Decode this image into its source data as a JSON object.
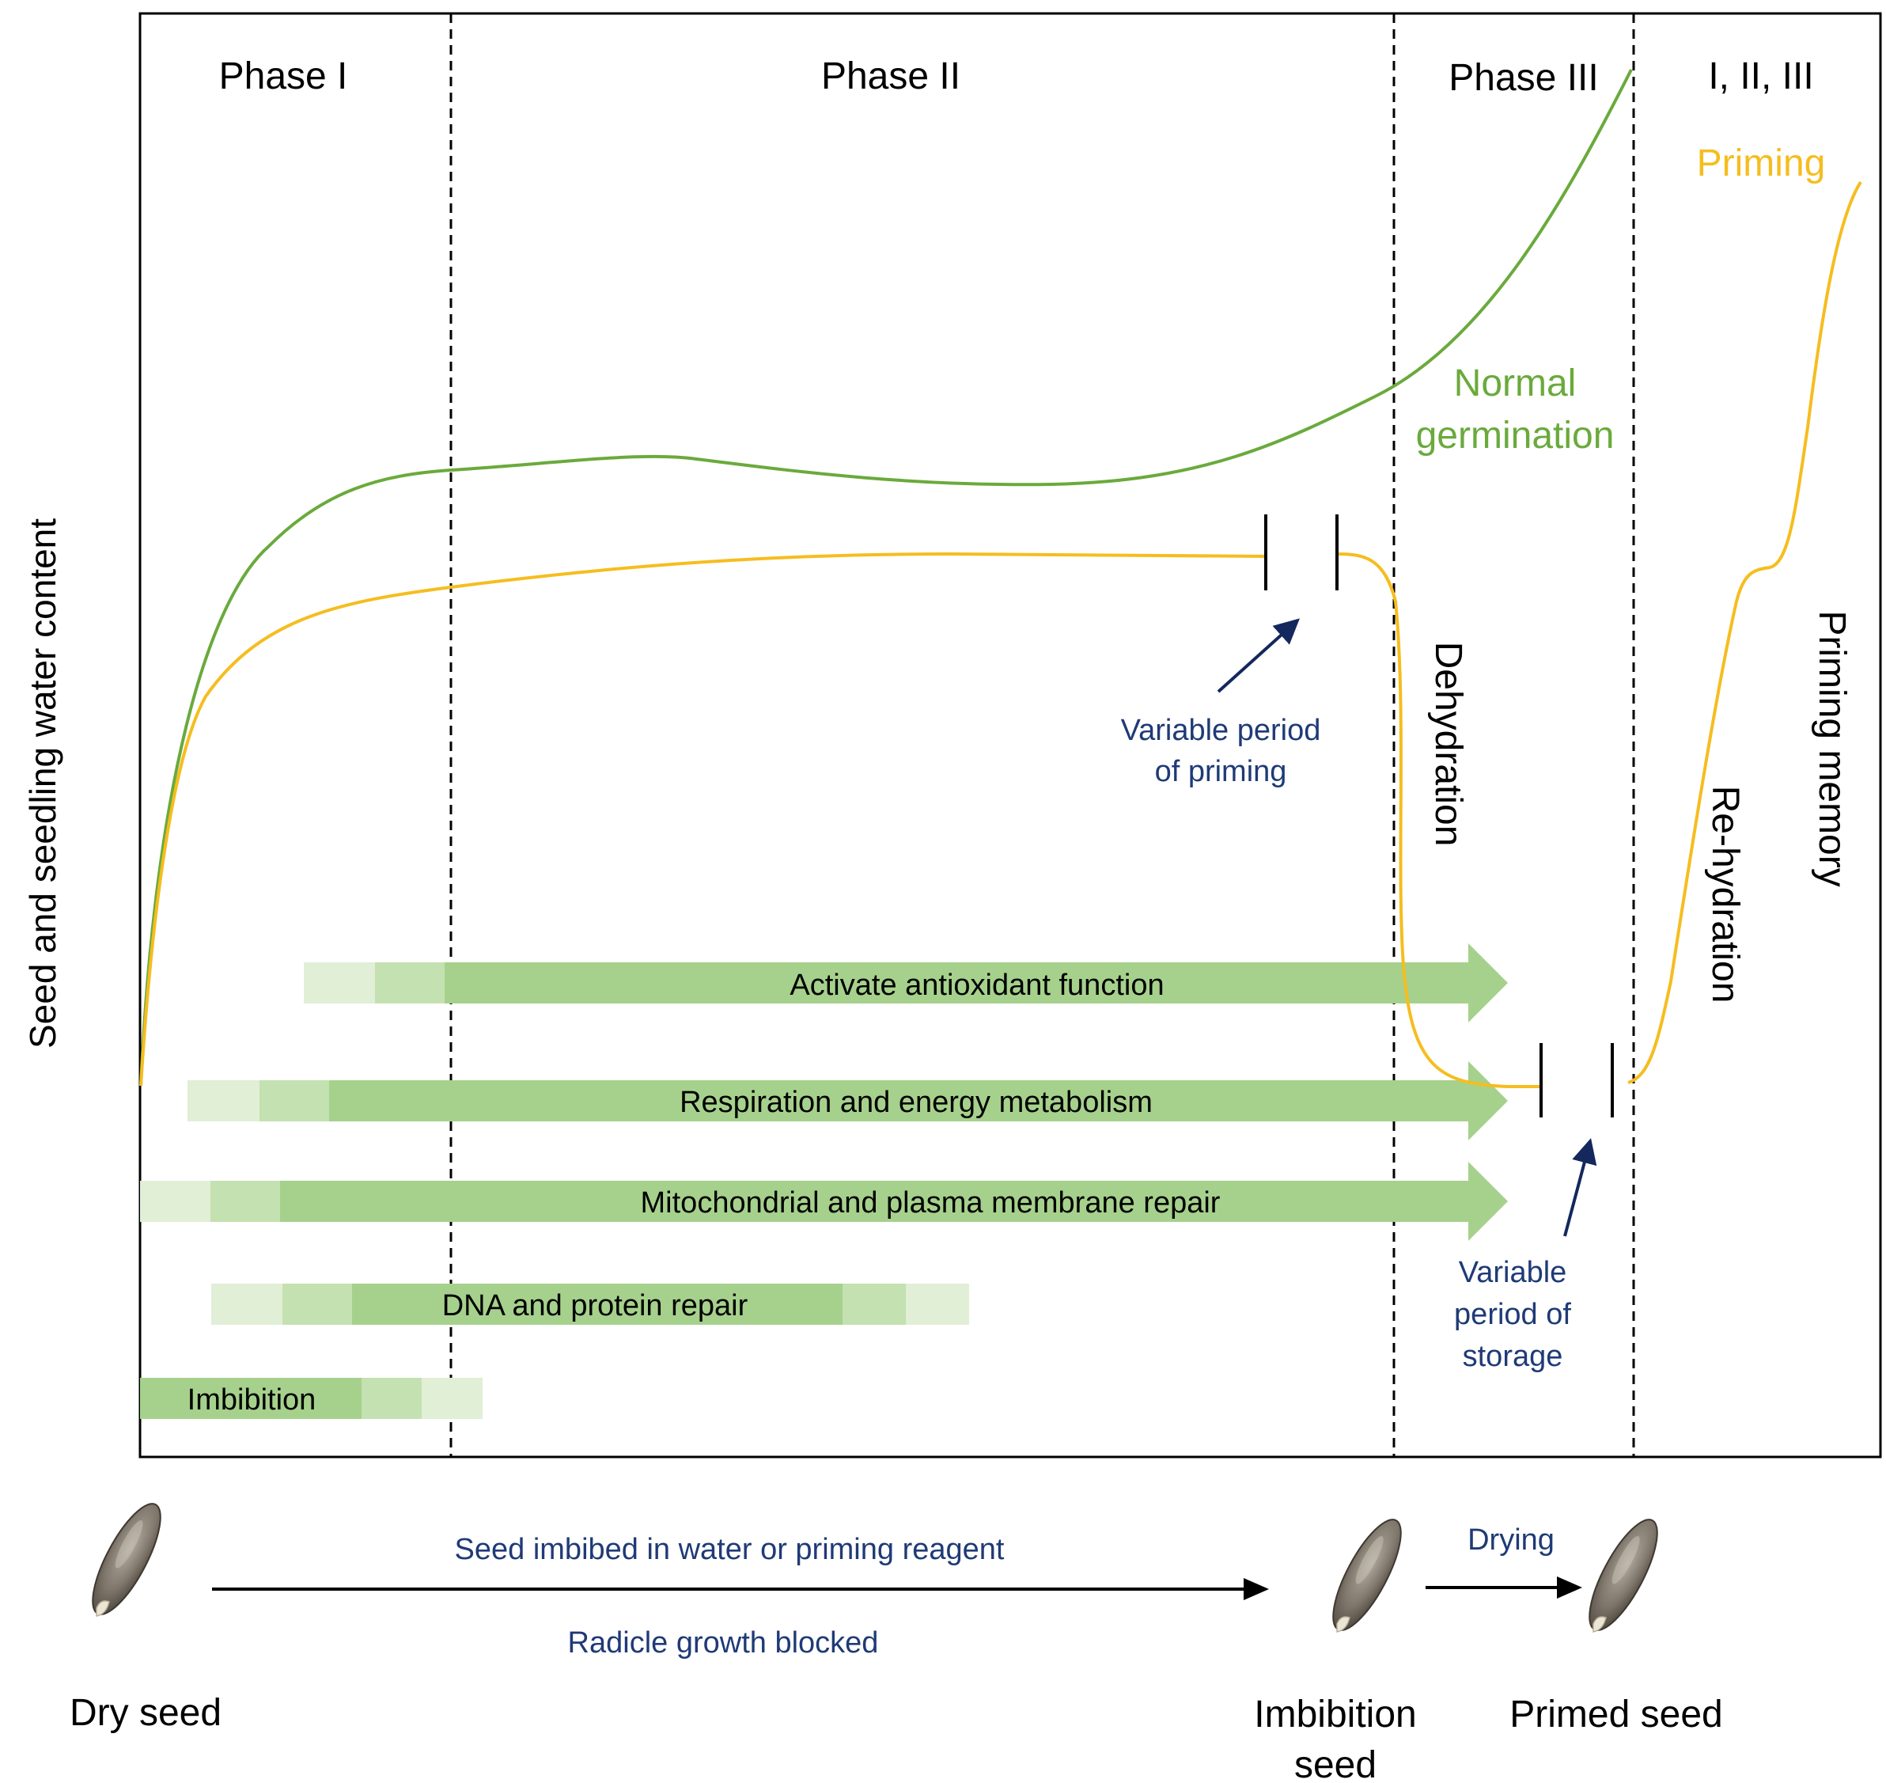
{
  "phases": {
    "phase1": "Phase I",
    "phase2": "Phase II",
    "phase3": "Phase III",
    "all": "I, II, III"
  },
  "y_axis_label": "Seed and seedling water content",
  "curves": {
    "priming": "Priming",
    "normal_line1": "Normal",
    "normal_line2": "germination",
    "dehydration": "Dehydration",
    "rehydration": "Re-hydration",
    "priming_memory": "Priming memory"
  },
  "annotations": {
    "var_priming_1": "Variable period",
    "var_priming_2": "of priming",
    "var_storage_1": "Variable",
    "var_storage_2": "period of",
    "var_storage_3": "storage"
  },
  "processes": {
    "antioxidant": "Activate antioxidant function",
    "respiration": "Respiration and energy metabolism",
    "mito": "Mitochondrial and plasma membrane repair",
    "dna": "DNA and protein repair",
    "imbibition": "Imbibition"
  },
  "bottom": {
    "imbibed": "Seed imbibed in water or priming reagent",
    "radicle": "Radicle growth blocked",
    "drying": "Drying",
    "dry_seed": "Dry seed",
    "imbibition_seed_1": "Imbibition",
    "imbibition_seed_2": "seed",
    "primed_seed": "Primed seed"
  },
  "colors": {
    "normal_curve": "#6aaa3c",
    "priming_curve": "#f5bd1f",
    "bar_dark": "#a6d18c",
    "bar_mid": "#c4e1b1",
    "bar_light": "#e0efd6",
    "annotation_text": "#1f3a76",
    "arrow_navy": "#14285e"
  }
}
